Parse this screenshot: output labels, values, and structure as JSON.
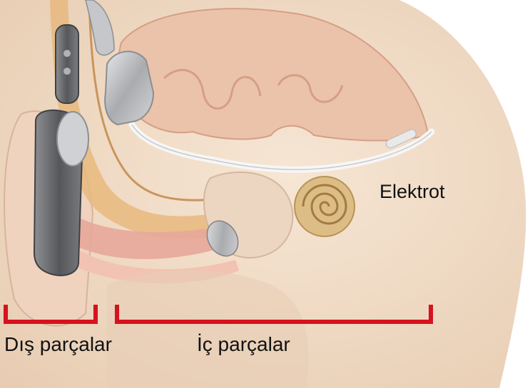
{
  "labels": {
    "electrode": "Elektrot",
    "external_parts": "Dış parçalar",
    "internal_parts": "İç parçalar"
  },
  "colors": {
    "bracket": "#d7111e",
    "skin": "#f0dcc8",
    "brain": "#e9bfa6",
    "implant_metal": "#b7b9bc",
    "processor": "#5e6064",
    "cochlea": "#d8b67e"
  },
  "icons": [
    "cochlear-implant-illustration"
  ]
}
